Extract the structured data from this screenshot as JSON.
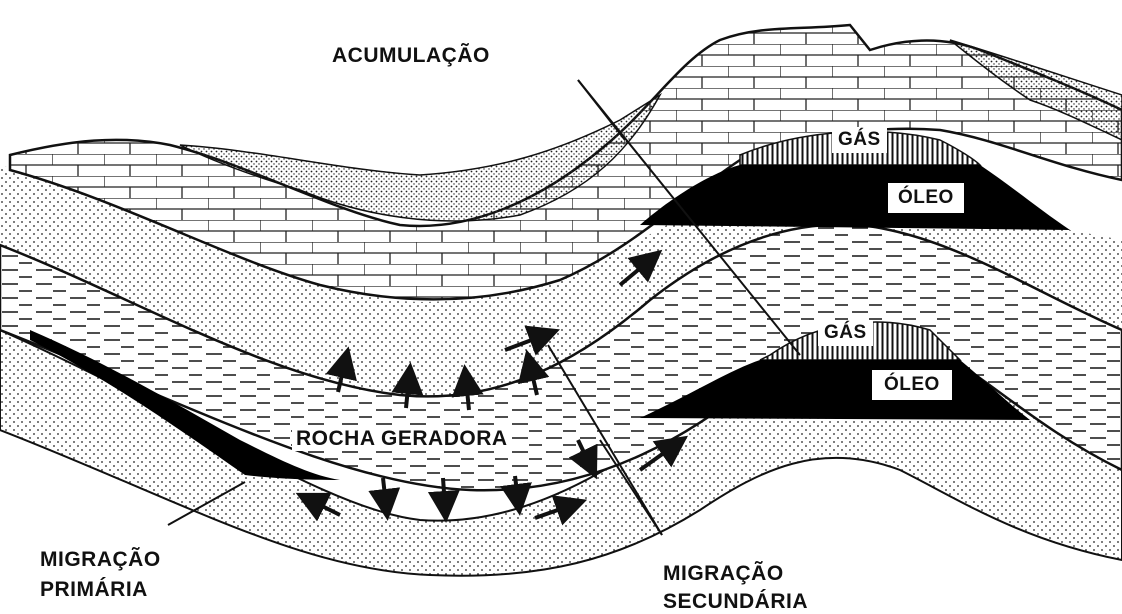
{
  "labels": {
    "acumulacao": "ACUMULAÇÃO",
    "gas_upper": "GÁS",
    "oleo_upper": "ÓLEO",
    "gas_lower": "GÁS",
    "oleo_lower": "ÓLEO",
    "rocha_geradora": "ROCHA GERADORA",
    "migracao_primaria_line1": "MIGRAÇÃO",
    "migracao_primaria_line2": "PRIMÁRIA",
    "migracao_secundaria_line1": "MIGRAÇÃO",
    "migracao_secundaria_line2": "SECUNDÁRIA"
  }
}
